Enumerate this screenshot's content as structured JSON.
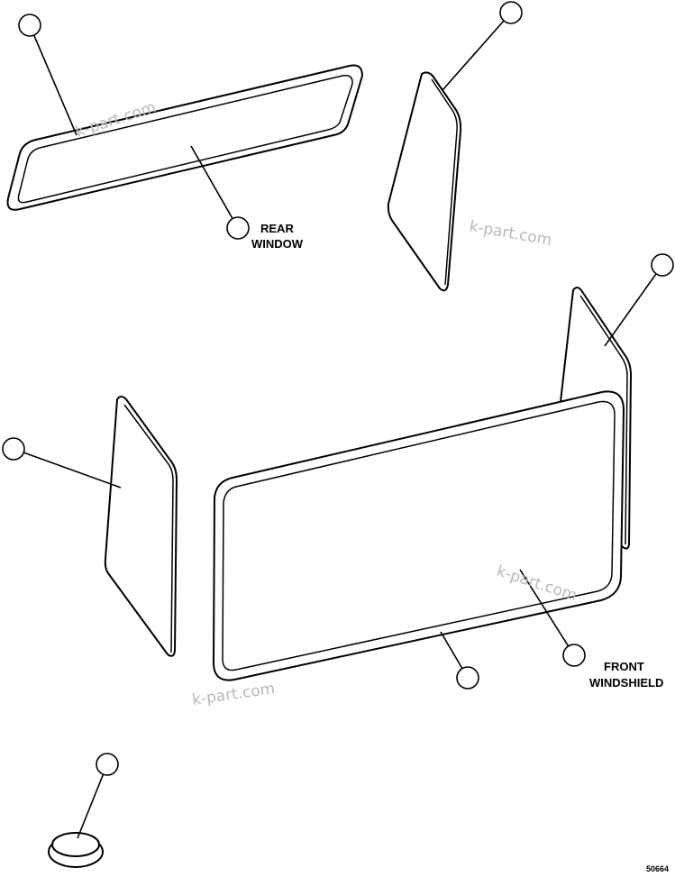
{
  "diagram": {
    "labels": {
      "rear_line1": "REAR",
      "rear_line2": "WINDOW",
      "front_line1": "FRONT",
      "front_line2": "WINDSHIELD"
    },
    "watermark": "k-part.com",
    "figure_code": "50664"
  }
}
